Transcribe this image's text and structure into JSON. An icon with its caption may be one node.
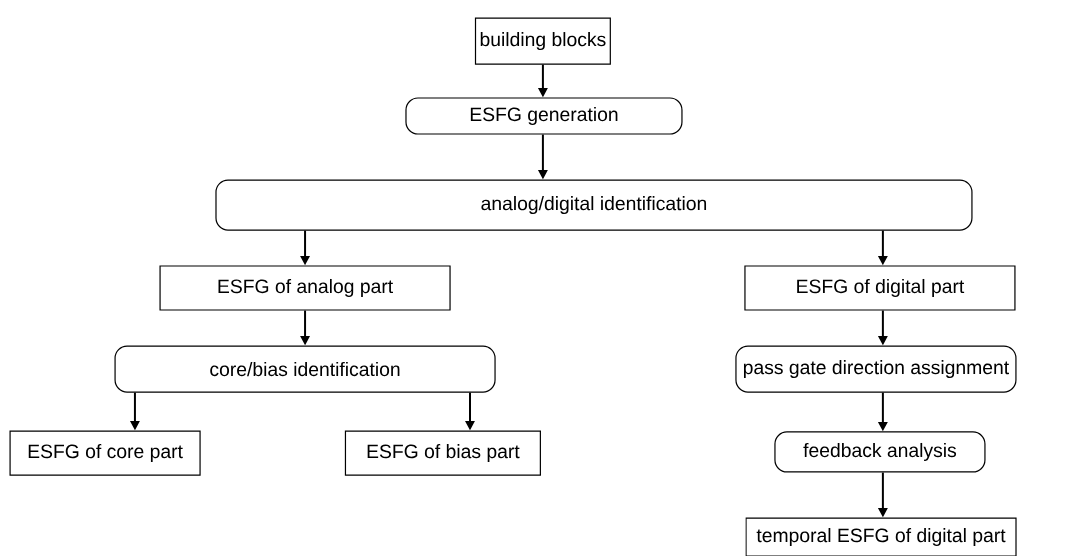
{
  "diagram": {
    "nodes": [
      {
        "text": [
          "building blocks"
        ]
      },
      {
        "text": [
          "ESFG generation"
        ]
      },
      {
        "text": [
          "analog/digital identification"
        ]
      },
      {
        "text": [
          "ESFG of analog part"
        ]
      },
      {
        "text": [
          "ESFG of digital part"
        ]
      },
      {
        "text": [
          "core/bias identification"
        ]
      },
      {
        "text": [
          "pass gate direction assignment"
        ]
      },
      {
        "text": [
          "ESFG of core part"
        ]
      },
      {
        "text": [
          "ESFG of bias part"
        ]
      },
      {
        "text": [
          "feedback analysis"
        ]
      },
      {
        "text": [
          "temporal ESFG of digital part"
        ]
      }
    ],
    "edges": [
      {
        "from": 0,
        "to": 1,
        "arrow": "to"
      },
      {
        "from": 1,
        "to": 2,
        "arrow": "to"
      },
      {
        "from": 2,
        "to": 3,
        "arrow": "to"
      },
      {
        "from": 2,
        "to": 4,
        "arrow": "to"
      },
      {
        "from": 3,
        "to": 5,
        "arrow": "to"
      },
      {
        "from": 4,
        "to": 6,
        "arrow": "to"
      },
      {
        "from": 5,
        "to": 7,
        "arrow": "to"
      },
      {
        "from": 5,
        "to": 8,
        "arrow": "to"
      },
      {
        "from": 6,
        "to": 9,
        "arrow": "to"
      },
      {
        "from": 9,
        "to": 10,
        "arrow": "to"
      }
    ]
  }
}
